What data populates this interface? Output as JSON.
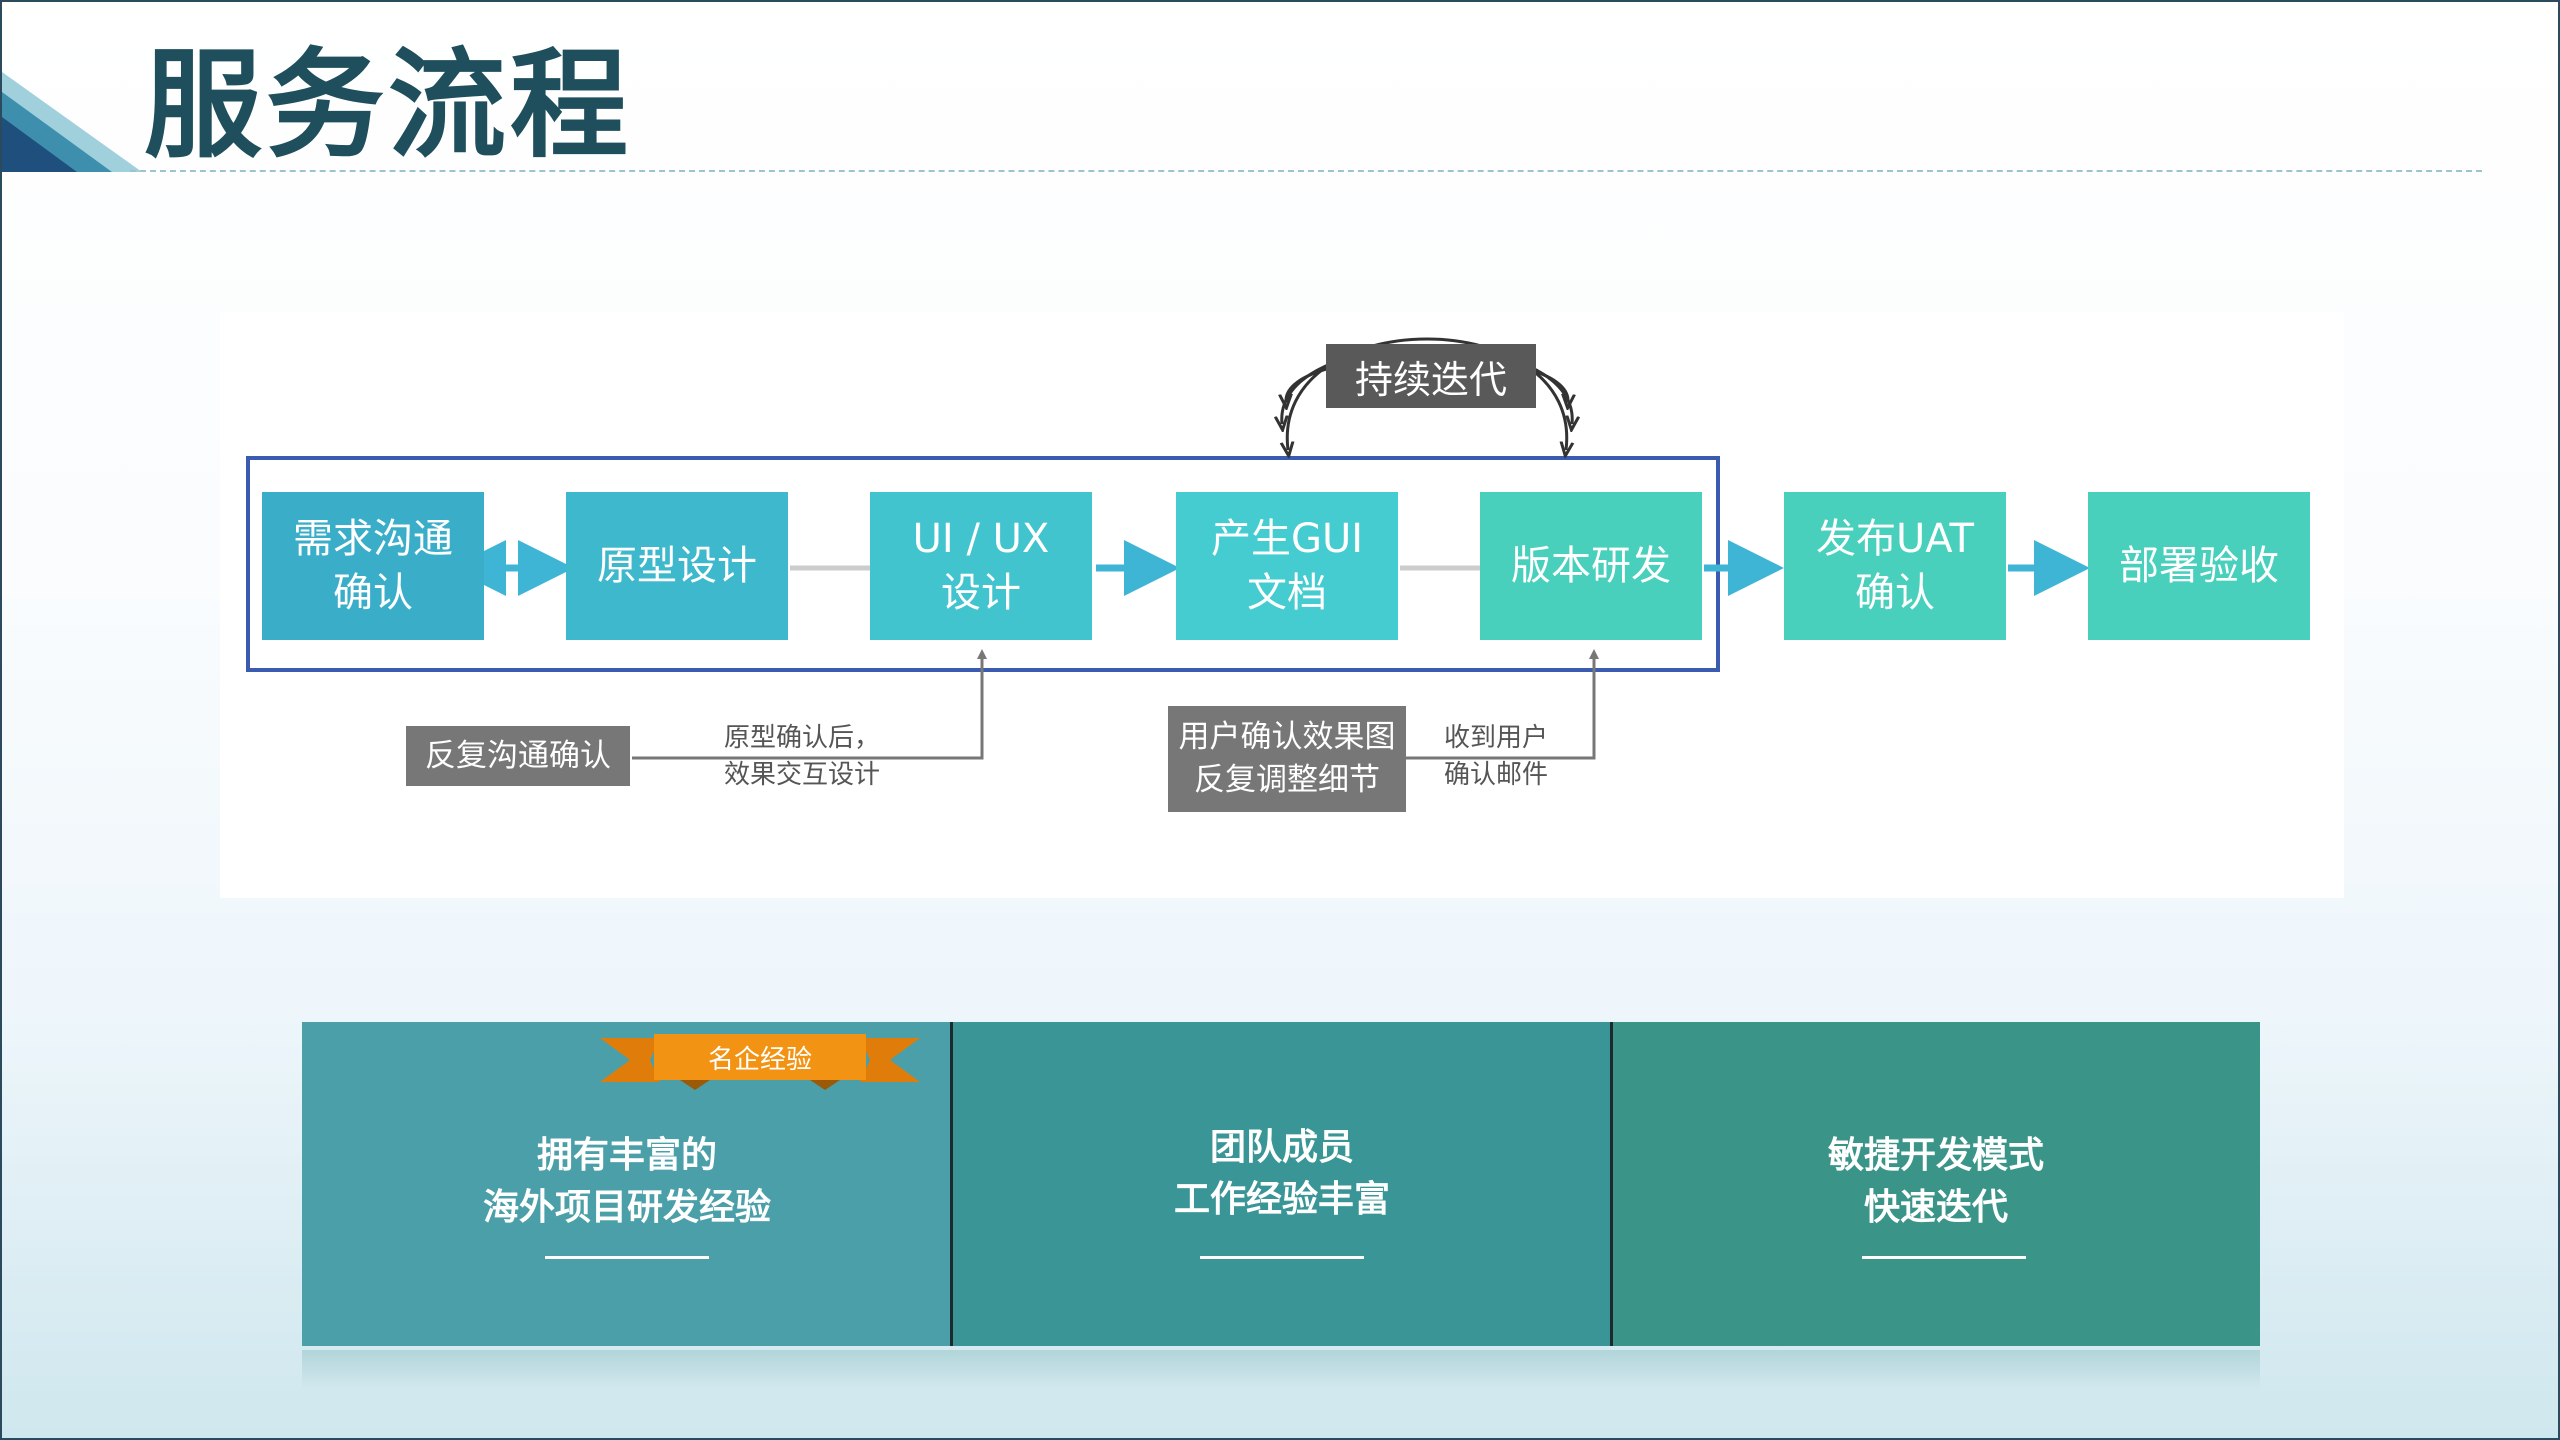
{
  "title": "服务流程",
  "flow": {
    "steps": [
      {
        "label": "需求沟通\n确认",
        "color": "#3aaec9"
      },
      {
        "label": "原型设计",
        "color": "#3db8cc"
      },
      {
        "label": "UI / UX\n设计",
        "color": "#42c4cf"
      },
      {
        "label": "产生GUI\n文档",
        "color": "#44ccd0"
      },
      {
        "label": "版本研发",
        "color": "#48d0bd"
      },
      {
        "label": "发布UAT\n确认",
        "color": "#48d0bd"
      },
      {
        "label": "部署验收",
        "color": "#48d0bd"
      }
    ],
    "loop_label": "持续迭代",
    "feedback_left": {
      "label": "反复沟通确认",
      "note": "原型确认后，\n效果交互设计"
    },
    "feedback_right": {
      "label": "用户确认效果图\n反复调整细节",
      "note": "收到用户\n确认邮件"
    },
    "colors": {
      "arrow": "#3fb5d6",
      "frame": "#3a5bb0",
      "connector": "#cccccc",
      "feedback_line": "#777777"
    }
  },
  "panels": [
    {
      "text": "拥有丰富的\n海外项目研发经验",
      "color": "#4a9fa8"
    },
    {
      "text": "团队成员\n工作经验丰富",
      "color": "#3a9597"
    },
    {
      "text": "敏捷开发模式\n快速迭代",
      "color": "#3a9488"
    }
  ],
  "badge": {
    "text": "名企经验",
    "color": "#f39313"
  }
}
